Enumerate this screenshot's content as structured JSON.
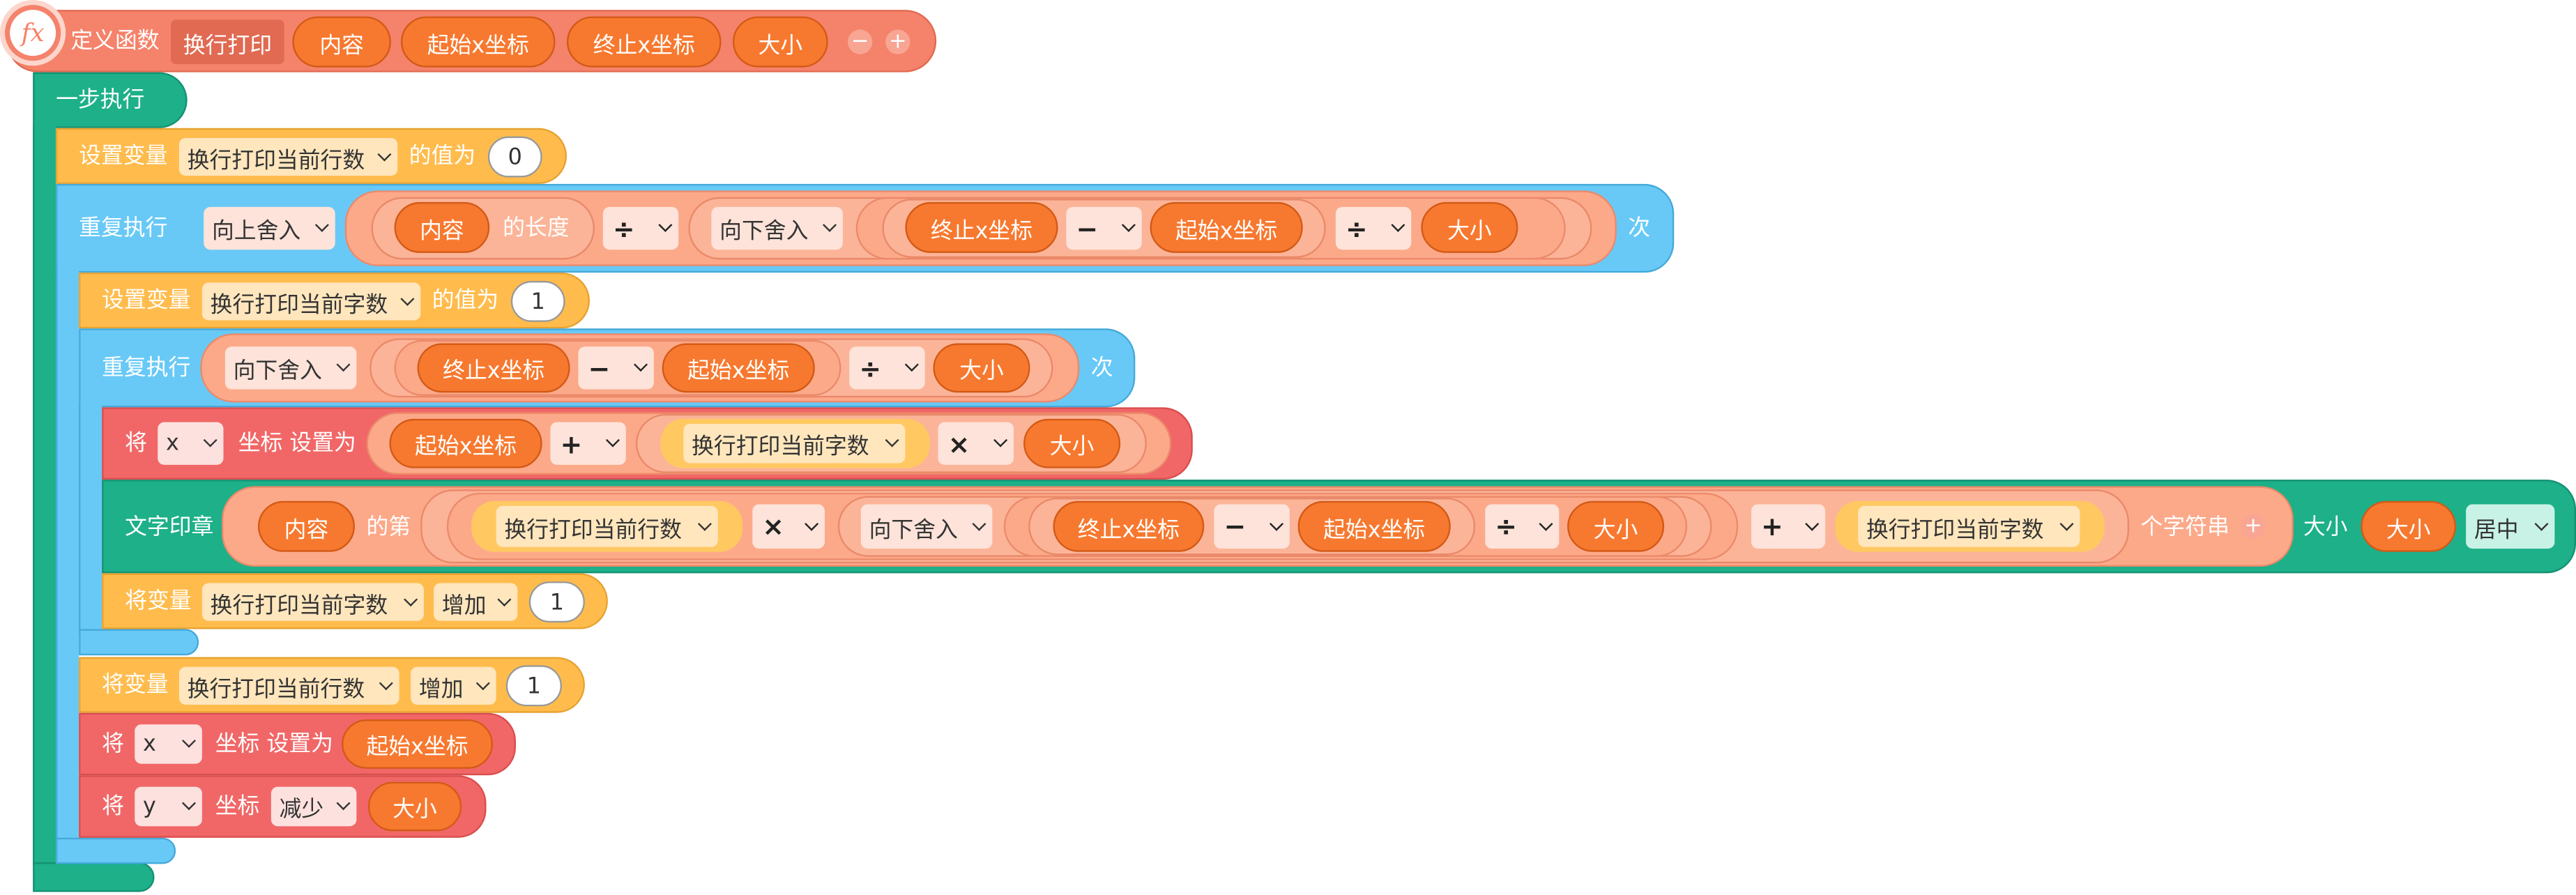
{
  "func_def": {
    "label": "定义函数",
    "name": "换行打印",
    "params": [
      "内容",
      "起始x坐标",
      "终止x坐标",
      "大小"
    ],
    "remove_param_btn": "−",
    "add_param_btn": "+",
    "icon_text": "fx"
  },
  "step_block": {
    "label": "一步执行"
  },
  "set_row_var": {
    "label": "设置变量",
    "var": "换行打印当前行数",
    "mid": "的值为",
    "value": "0"
  },
  "outer_repeat": {
    "label": "重复执行",
    "round1": "向上舍入",
    "content": "内容",
    "length_label": "的长度",
    "div1": "÷",
    "round2": "向下舍入",
    "end_x": "终止x坐标",
    "minus": "−",
    "start_x": "起始x坐标",
    "div2": "÷",
    "size": "大小",
    "times": "次"
  },
  "set_char_var": {
    "label": "设置变量",
    "var": "换行打印当前字数",
    "mid": "的值为",
    "value": "1"
  },
  "inner_repeat": {
    "label": "重复执行",
    "round": "向下舍入",
    "end_x": "终止x坐标",
    "minus": "−",
    "start_x": "起始x坐标",
    "div": "÷",
    "size": "大小",
    "times": "次"
  },
  "set_x_inner": {
    "label": "将",
    "axis": "x",
    "mid": "坐标 设置为",
    "start_x": "起始x坐标",
    "plus": "+",
    "var": "换行打印当前字数",
    "mul": "×",
    "size": "大小"
  },
  "stamp": {
    "label": "文字印章",
    "content": "内容",
    "of": "的第",
    "row_var": "换行打印当前行数",
    "mul": "×",
    "round": "向下舍入",
    "end_x": "终止x坐标",
    "minus": "−",
    "start_x": "起始x坐标",
    "div": "÷",
    "size": "大小",
    "plus": "+",
    "char_var": "换行打印当前字数",
    "suffix": "个字符串",
    "size_label": "大小",
    "size_value": "大小",
    "align": "居中",
    "add_btn": "+"
  },
  "inc_char": {
    "label": "将变量",
    "var": "换行打印当前字数",
    "op": "增加",
    "value": "1"
  },
  "inc_row": {
    "label": "将变量",
    "var": "换行打印当前行数",
    "op": "增加",
    "value": "1"
  },
  "set_x_outer": {
    "label": "将",
    "axis": "x",
    "mid": "坐标 设置为",
    "start_x": "起始x坐标"
  },
  "dec_y": {
    "label": "将",
    "axis": "y",
    "mid": "坐标",
    "op": "减少",
    "size": "大小"
  },
  "colors": {
    "function_block": "#f5826a",
    "event_green": "#1db089",
    "control_blue": "#68c9f6",
    "variable_orange": "#ffbc4d",
    "motion_red": "#f16767",
    "parameter_orange": "#f7792f",
    "operator_salmon": "#fca98a"
  }
}
